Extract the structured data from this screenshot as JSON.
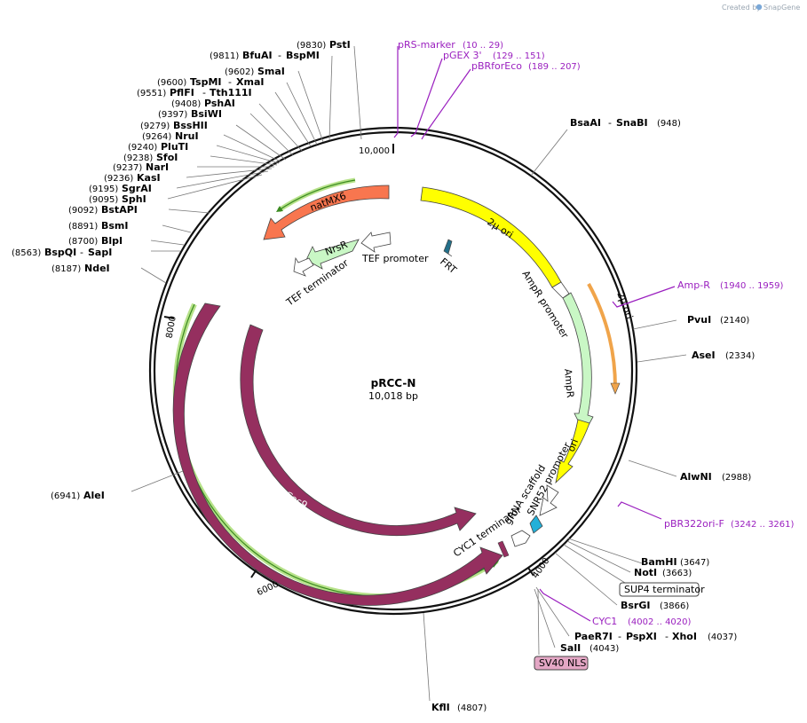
{
  "brand": {
    "created_by": "Created by",
    "app": "SnapGene"
  },
  "plasmid": {
    "name": "pRCC-N",
    "length": "10,018 bp"
  },
  "ticks": [
    "10,000",
    "8000",
    "6000",
    "4000"
  ],
  "sites": [
    {
      "name": "PstI",
      "pos": "(9830)"
    },
    {
      "name": "BfuAI",
      "name2": "BspMI",
      "pos": "(9811)"
    },
    {
      "name": "SmaI",
      "pos": "(9602)"
    },
    {
      "name": "TspMI",
      "name2": "XmaI",
      "pos": "(9600)"
    },
    {
      "name": "PflFI",
      "name2": "Tth111I",
      "pos": "(9551)"
    },
    {
      "name": "PshAI",
      "pos": "(9408)"
    },
    {
      "name": "BsiWI",
      "pos": "(9397)"
    },
    {
      "name": "BssHII",
      "pos": "(9279)"
    },
    {
      "name": "NruI",
      "pos": "(9264)"
    },
    {
      "name": "PluTI",
      "pos": "(9240)"
    },
    {
      "name": "SfoI",
      "pos": "(9238)"
    },
    {
      "name": "NarI",
      "pos": "(9237)"
    },
    {
      "name": "KasI",
      "pos": "(9236)"
    },
    {
      "name": "SgrAI",
      "pos": "(9195)"
    },
    {
      "name": "SphI",
      "pos": "(9095)"
    },
    {
      "name": "BstAPI",
      "pos": "(9092)"
    },
    {
      "name": "BsmI",
      "pos": "(8891)"
    },
    {
      "name": "BlpI",
      "pos": "(8700)"
    },
    {
      "name": "BspQI",
      "name2": "SapI",
      "pos": "(8563)"
    },
    {
      "name": "NdeI",
      "pos": "(8187)"
    },
    {
      "name": "AleI",
      "pos": "(6941)"
    },
    {
      "name": "BsaAI",
      "name2": "SnaBI",
      "pos": "(948)"
    },
    {
      "name": "PvuI",
      "pos": "(2140)"
    },
    {
      "name": "AseI",
      "pos": "(2334)"
    },
    {
      "name": "AlwNI",
      "pos": "(2988)"
    },
    {
      "name": "BamHI",
      "pos": "(3647)"
    },
    {
      "name": "NotI",
      "pos": "(3663)"
    },
    {
      "name": "BsrGI",
      "pos": "(3866)"
    },
    {
      "name": "PaeR7I",
      "name2": "PspXI",
      "name3": "XhoI",
      "pos": "(4037)"
    },
    {
      "name": "SalI",
      "pos": "(4043)"
    },
    {
      "name": "KflI",
      "pos": "(4807)"
    }
  ],
  "primers": [
    {
      "name": "pRS-marker",
      "pos": "(10 .. 29)"
    },
    {
      "name": "pGEX 3'",
      "pos": "(129 .. 151)"
    },
    {
      "name": "pBRforEco",
      "pos": "(189 .. 207)"
    },
    {
      "name": "Amp-R",
      "pos": "(1940 .. 1959)"
    },
    {
      "name": "pBR322ori-F",
      "pos": "(3242 .. 3261)"
    },
    {
      "name": "CYC1",
      "pos": "(4002 .. 4020)"
    }
  ],
  "boxed_features": [
    "SUP4 terminator",
    "SV40 NLS"
  ],
  "features": {
    "two_micron": "2μ ori",
    "f1": "2μ ori",
    "ampr_promoter": "AmpR promoter",
    "ampr": "AmpR",
    "ori": "ori",
    "snr52": "SNR52 promoter",
    "grna": "gRNA scaffold",
    "cyc1_term": "CYC1 terminator",
    "cas9_inner": "Cas9",
    "cas9_outer": "Cas9",
    "natmx6": "natMX6",
    "nrsr": "NrsR",
    "tef_promoter": "TEF promoter",
    "tef_terminator": "TEF terminator",
    "frt": "FRT"
  },
  "colors": {
    "yellow": "#ffff00",
    "orange_feature": "#f8764f",
    "cas9": "#952f5f",
    "light_green": "#c9f7c5",
    "teal": "#23b0d8",
    "primer": "#9a1fbf",
    "orange_arc": "#f0a44a",
    "green_arc": "#b7e28a"
  }
}
